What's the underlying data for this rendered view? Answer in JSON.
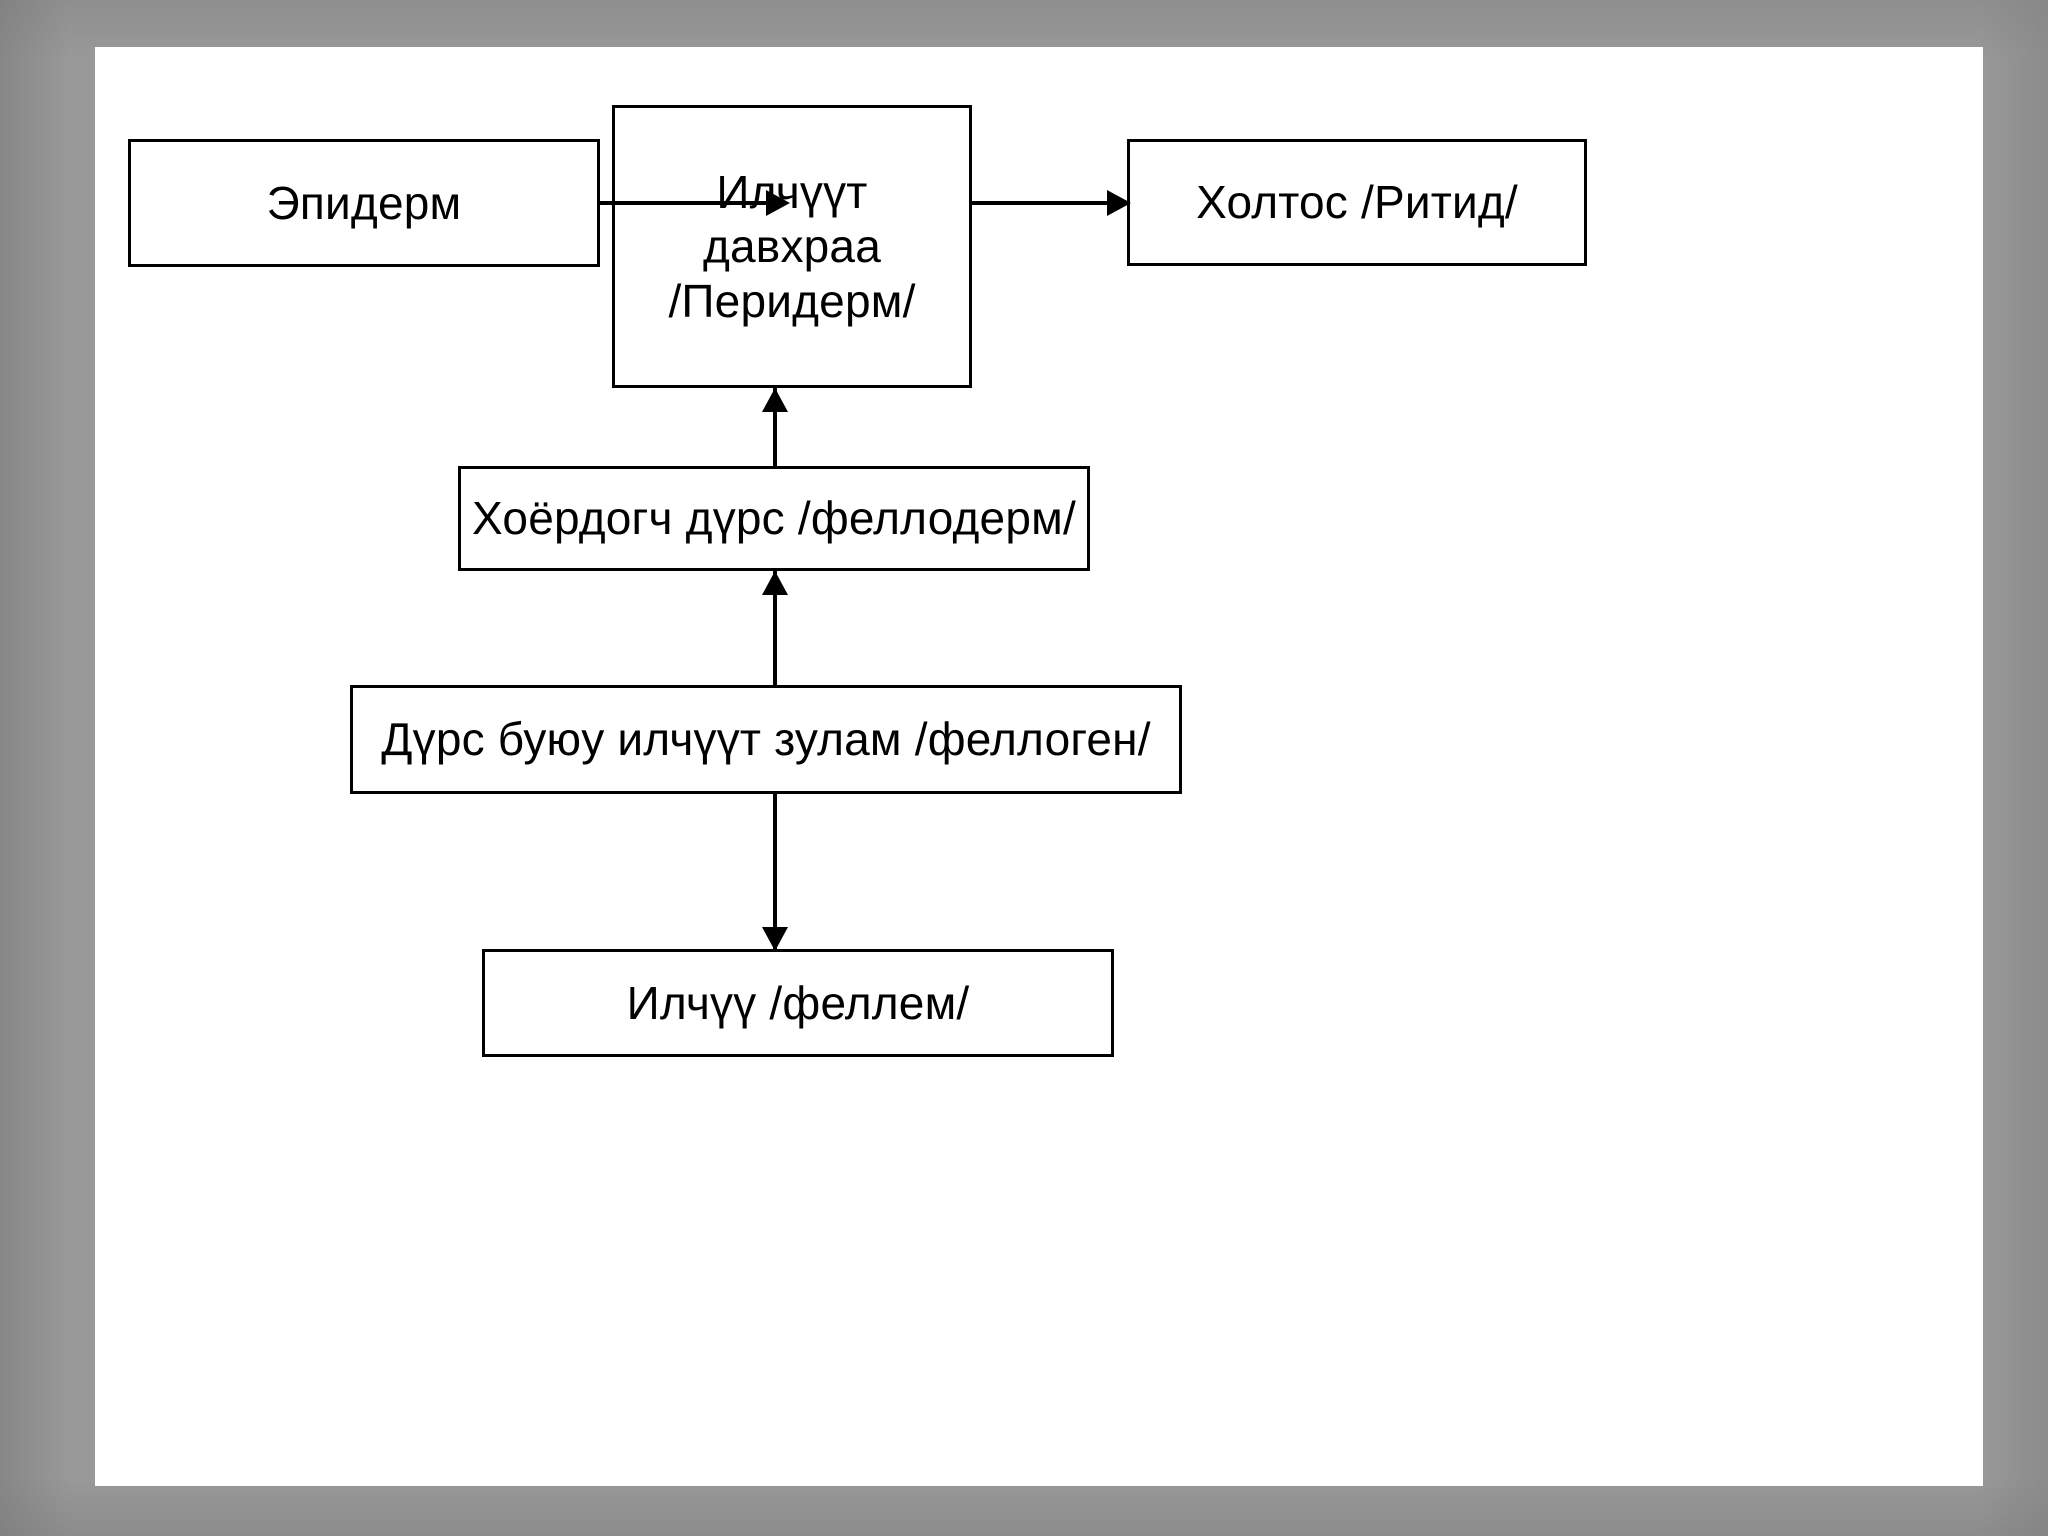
{
  "page": {
    "background_color": "#999999",
    "slide_background": "#ffffff",
    "border_color": "#000000",
    "text_color": "#000000"
  },
  "diagram": {
    "type": "flowchart",
    "title": "Периderм formation flowchart",
    "nodes": [
      {
        "id": "epiderm",
        "label": "Эпидерм"
      },
      {
        "id": "periderm",
        "label": "Илчүүт\nдавхраа\n/Перидерм/"
      },
      {
        "id": "ritid",
        "label": "Холтос /Ритид/"
      },
      {
        "id": "felloderm",
        "label": "Хоёрдогч дүрс /феллодерм/"
      },
      {
        "id": "fellogen",
        "label": "Дүрс буюу илчүүт зулам /феллоген/"
      },
      {
        "id": "fellem",
        "label": "Илчүү /феллем/"
      }
    ],
    "edges": [
      {
        "from": "epiderm",
        "to": "periderm",
        "direction": "right"
      },
      {
        "from": "periderm",
        "to": "ritid",
        "direction": "right"
      },
      {
        "from": "felloderm",
        "to": "periderm",
        "direction": "up"
      },
      {
        "from": "fellogen",
        "to": "felloderm",
        "direction": "up"
      },
      {
        "from": "fellogen",
        "to": "fellem",
        "direction": "down"
      }
    ]
  }
}
